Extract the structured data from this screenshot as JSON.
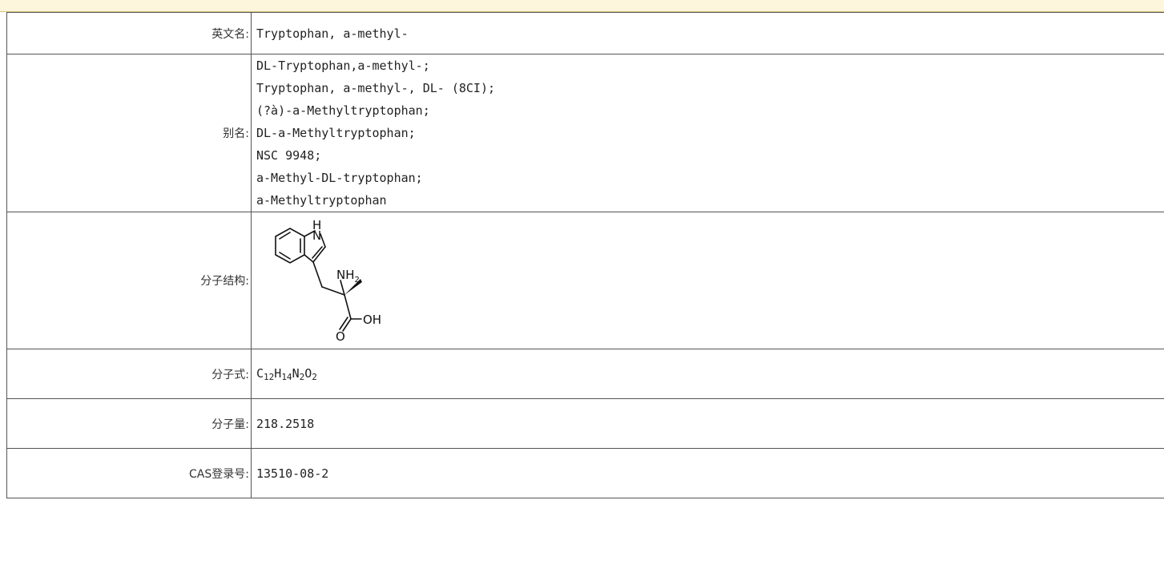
{
  "rows": {
    "english_name": {
      "label": "英文名:",
      "value": "Tryptophan, a-methyl-"
    },
    "aliases": {
      "label": "别名:",
      "values": [
        "DL-Tryptophan,a-methyl-;",
        "Tryptophan, a-methyl-, DL- (8CI);",
        "(?à)-a-Methyltryptophan;",
        "DL-a-Methyltryptophan;",
        "NSC 9948;",
        "a-Methyl-DL-tryptophan;",
        "a-Methyltryptophan"
      ]
    },
    "structure": {
      "label": "分子结构:",
      "atoms": {
        "h": "H",
        "n": "N",
        "nh": "NH",
        "nh_sub": "2",
        "o": "O",
        "oh": "OH"
      }
    },
    "formula": {
      "label": "分子式:",
      "parts": [
        {
          "el": "C",
          "n": "12"
        },
        {
          "el": "H",
          "n": "14"
        },
        {
          "el": "N",
          "n": "2"
        },
        {
          "el": "O",
          "n": "2"
        }
      ]
    },
    "molecular_weight": {
      "label": "分子量:",
      "value": "218.2518"
    },
    "cas": {
      "label": "CAS登录号:",
      "value": "13510-08-2"
    }
  }
}
